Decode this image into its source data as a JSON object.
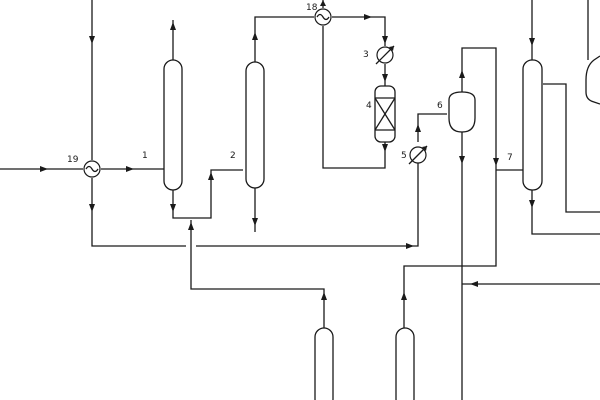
{
  "diagram": {
    "labels": {
      "column_1": "1",
      "column_2": "2",
      "exchanger_3": "3",
      "reactor_4": "4",
      "exchanger_5": "5",
      "separator_6": "6",
      "column_7": "7",
      "exchanger_18": "18",
      "exchanger_19": "19"
    }
  }
}
